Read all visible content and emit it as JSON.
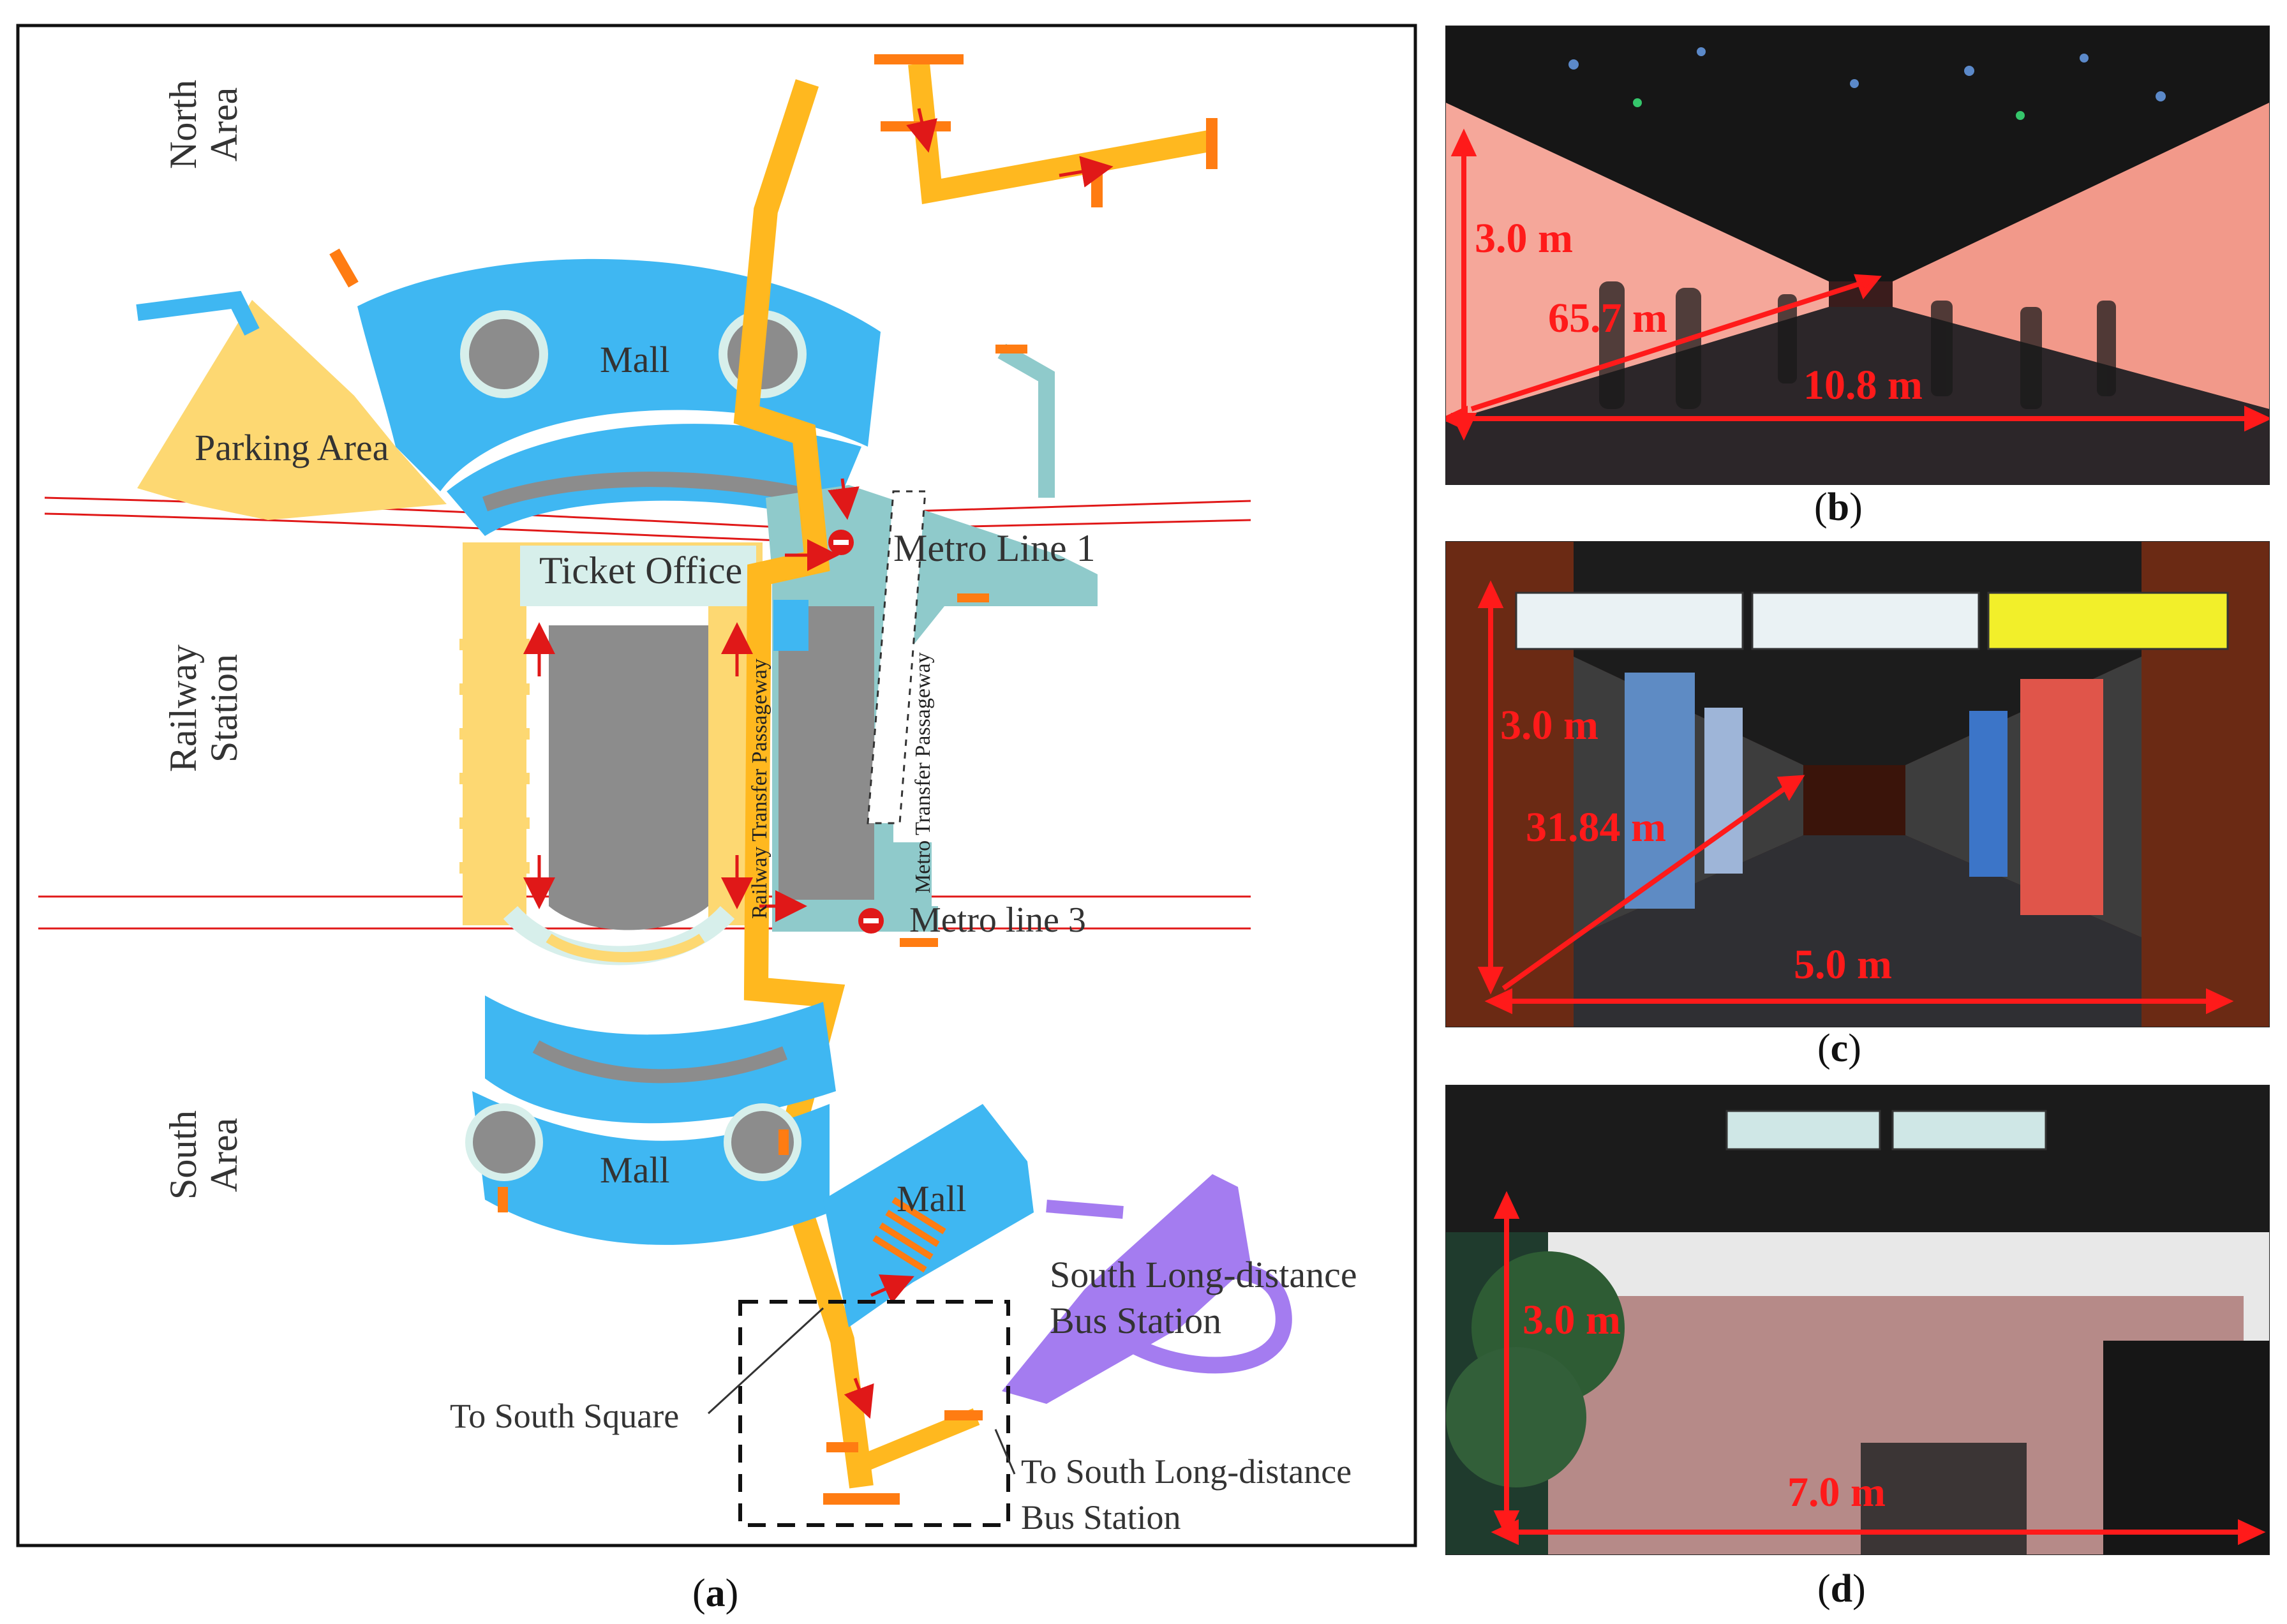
{
  "figure": {
    "panel_a": {
      "caption_letter": "a",
      "labels": {
        "north_area": "North Area",
        "mall_top": "Mall",
        "parking_area": "Parking Area",
        "ticket_office": "Ticket Office",
        "metro_line_1": "Metro Line 1",
        "railway_station": "Railway Station",
        "railway_transfer_passageway": "Railway Transfer Passageway",
        "metro_transfer_passageway": "Metro Transfer Passageway",
        "metro_line_3": "Metro line 3",
        "south_area": "South Area",
        "mall_bottom": "Mall",
        "mall_right": "Mall",
        "south_bus_station_1": "South Long-distance",
        "south_bus_station_2": "Bus Station",
        "to_south_square": "To South Square",
        "to_south_bus_1": "To South Long-distance",
        "to_south_bus_2": "Bus Station"
      },
      "colors": {
        "mall_blue": "#3fb7f2",
        "passage_orange": "#ffb81f",
        "exit_orange": "#ff7c12",
        "parking_yellow": "#fdd872",
        "platform_grey": "#8c8c8c",
        "metro_teal": "#8fcacb",
        "pale_teal": "#d7efeb",
        "bus_purple": "#a47cf0",
        "rail_red": "#e01818"
      }
    },
    "panel_b": {
      "caption_letter": "b",
      "height_label": "3.0 m",
      "length_label": "65.7 m",
      "width_label": "10.8 m"
    },
    "panel_c": {
      "caption_letter": "c",
      "height_label": "3.0 m",
      "length_label": "31.84 m",
      "width_label": "5.0 m"
    },
    "panel_d": {
      "caption_letter": "d",
      "height_label": "3.0 m",
      "width_label": "7.0 m"
    }
  }
}
